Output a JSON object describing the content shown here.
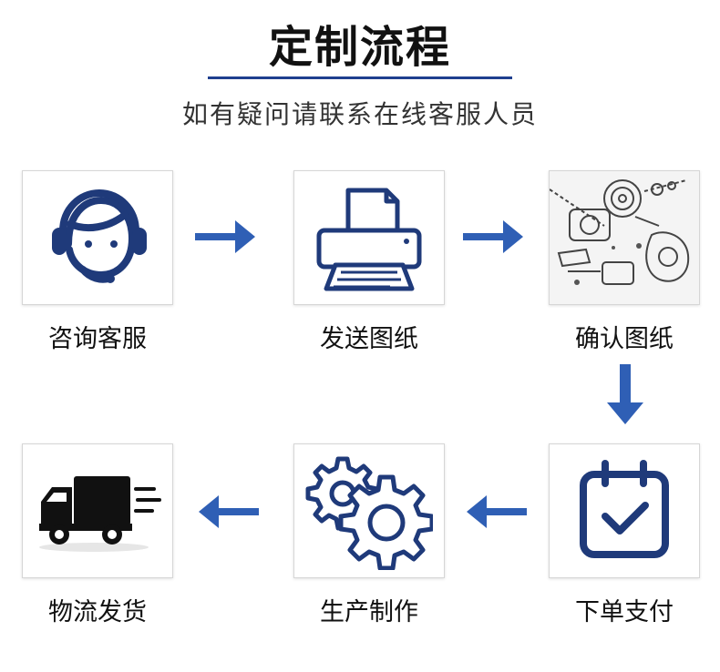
{
  "header": {
    "title": "定制流程",
    "subtitle": "如有疑问请联系在线客服人员"
  },
  "steps": [
    {
      "label": "咨询客服",
      "icon": "customer-service-headset-icon"
    },
    {
      "label": "发送图纸",
      "icon": "printer-icon"
    },
    {
      "label": "确认图纸",
      "icon": "mechanical-drawing-icon"
    },
    {
      "label": "下单支付",
      "icon": "calendar-check-icon"
    },
    {
      "label": "生产制作",
      "icon": "gears-icon"
    },
    {
      "label": "物流发货",
      "icon": "delivery-truck-icon"
    }
  ],
  "colors": {
    "accent": "#1f3f8f",
    "arrow": "#2f5fb5",
    "text": "#111111"
  }
}
